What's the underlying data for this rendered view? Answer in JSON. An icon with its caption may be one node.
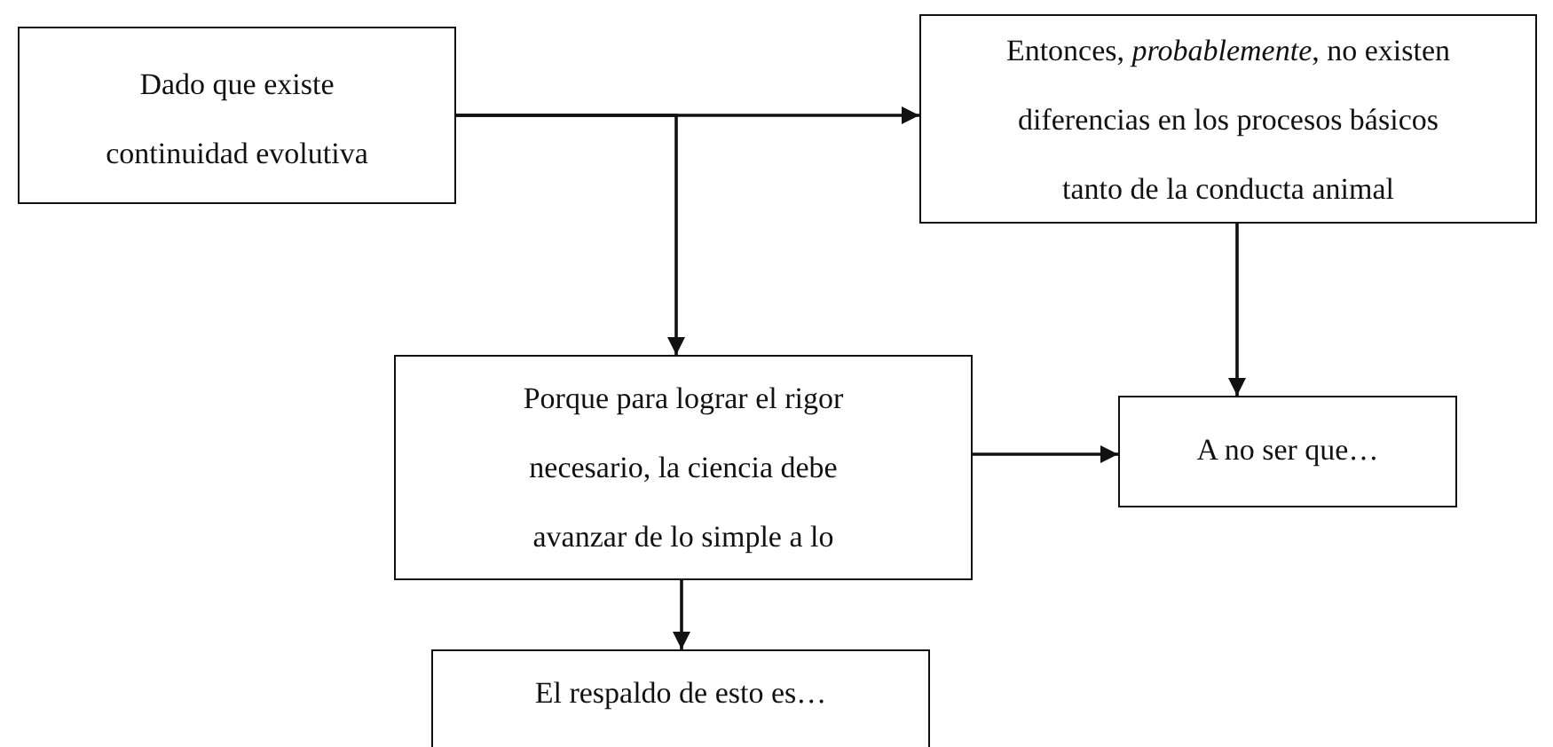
{
  "diagram": {
    "nodes": [
      {
        "text": [
          "Dado que existe continuidad evolutiva"
        ]
      },
      {
        "text": [
          "Entonces, *probablemente*, no existen diferencias en los procesos básicos tanto de la conducta animal"
        ]
      },
      {
        "text": [
          "Porque para lograr el rigor necesario, la ciencia debe avanzar de lo simple a lo"
        ]
      },
      {
        "text": [
          "A no ser que…"
        ]
      },
      {
        "text": [
          "El respaldo de esto es…"
        ]
      }
    ],
    "edges": [
      {
        "from": 0,
        "to": 1,
        "arrow": "to"
      },
      {
        "from": 0,
        "to": 2,
        "arrow": "to"
      },
      {
        "from": 1,
        "to": 3,
        "arrow": "to"
      },
      {
        "from": 2,
        "to": 3,
        "arrow": "to"
      },
      {
        "from": 2,
        "to": 4,
        "arrow": "to"
      }
    ]
  }
}
